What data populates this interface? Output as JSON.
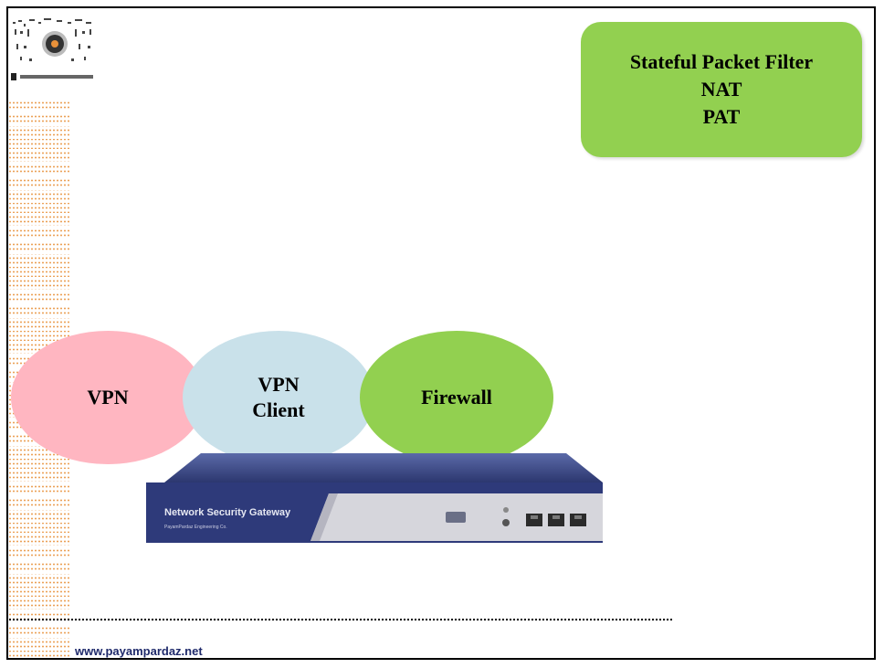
{
  "badge": {
    "line1": "Stateful Packet Filter",
    "line2": "NAT",
    "line3": "PAT"
  },
  "ellipses": {
    "vpn": "VPN",
    "client_line1": "VPN",
    "client_line2": "Client",
    "firewall": "Firewall"
  },
  "device": {
    "label": "Network Security Gateway",
    "sublabel": "PayamPardaz Engineering Co."
  },
  "footer": {
    "url": "www.payampardaz.net"
  },
  "colors": {
    "green": "#92d050",
    "pink": "#ffb6c1",
    "lightblue": "#c9e1ea",
    "device_blue": "#2e3a7a"
  }
}
